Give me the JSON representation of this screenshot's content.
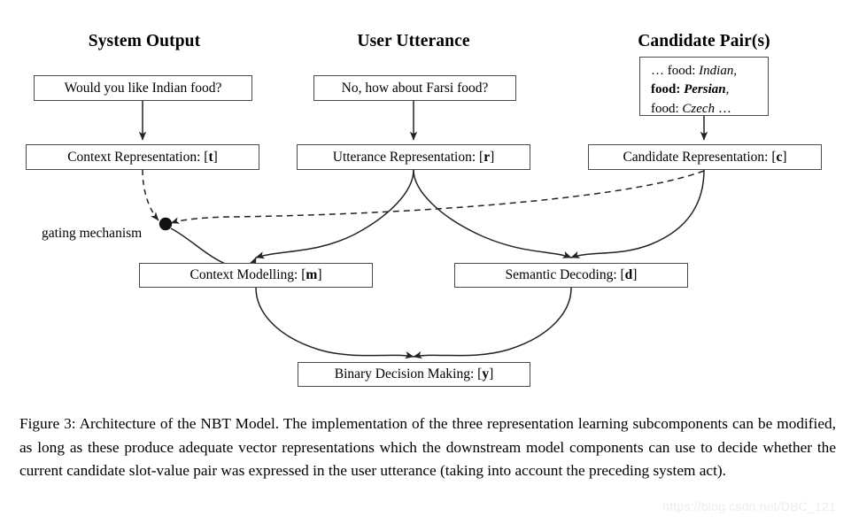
{
  "figure": {
    "headers": [
      {
        "name": "system-output",
        "label": "System Output"
      },
      {
        "name": "user-utterance",
        "label": "User Utterance"
      },
      {
        "name": "candidate-pairs",
        "label": "Candidate Pair(s)"
      }
    ],
    "input_boxes": [
      {
        "name": "system-output-text",
        "label": "Would you like Indian food?"
      },
      {
        "name": "user-utterance-text",
        "label": "No, how about Farsi food?"
      }
    ],
    "candidate_pairs_box": {
      "lines": [
        {
          "prefix": "… food:",
          "value": "Indian",
          "suffix": ",",
          "bold": false
        },
        {
          "prefix": "food:",
          "value": "Persian",
          "suffix": ",",
          "bold": true
        },
        {
          "prefix": "food:",
          "value": "Czech",
          "suffix": " …",
          "bold": false
        }
      ]
    },
    "representation_boxes": [
      {
        "name": "context-representation",
        "text": "Context Representation: [",
        "vector": "t",
        "close": "]"
      },
      {
        "name": "utterance-representation",
        "text": "Utterance Representation: [",
        "vector": "r",
        "close": "]"
      },
      {
        "name": "candidate-representation",
        "text": "Candidate Representation: [",
        "vector": "c",
        "close": "]"
      }
    ],
    "model_boxes": [
      {
        "name": "context-modelling",
        "text": "Context Modelling: [",
        "vector": "m",
        "close": "]"
      },
      {
        "name": "semantic-decoding",
        "text": "Semantic Decoding: [",
        "vector": "d",
        "close": "]"
      },
      {
        "name": "binary-decision-making",
        "text": "Binary Decision Making: [",
        "vector": "y",
        "close": "]"
      }
    ],
    "gating_label": "gating mechanism",
    "caption": "Figure 3: Architecture of the NBT Model. The implementation of the three representation learning subcomponents can be modified, as long as these produce adequate vector representations which the downstream model components can use to decide whether the current candidate slot-value pair was expressed in the user utterance (taking into account the preceding system act).",
    "watermark": "https://blog.csdn.net/DBC_121",
    "colors": {
      "stroke": "#4b4b4b",
      "edge": "#222222",
      "text": "#000000",
      "background": "#ffffff",
      "watermark": "#ededed"
    }
  }
}
